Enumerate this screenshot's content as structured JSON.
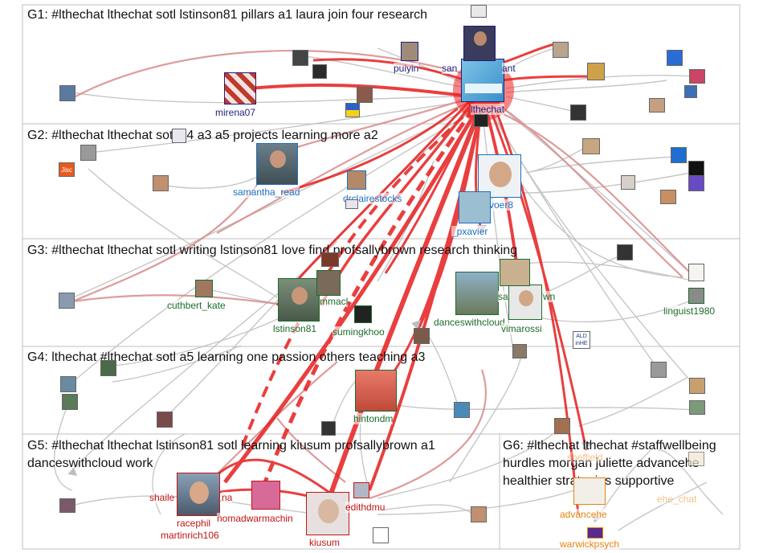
{
  "groups": [
    {
      "id": "G1",
      "title": "G1: #lthechat lthechat sotl lstinson81 pillars a1 laura join four research"
    },
    {
      "id": "G2",
      "title": "G2: #lthechat lthechat sotl a4 a3 a5 projects learning more a2"
    },
    {
      "id": "G3",
      "title": "G3: #lthechat lthechat sotl writing lstinson81 love find profsallybrown research thinking"
    },
    {
      "id": "G4",
      "title": "G4: lthechat #lthechat sotl a5 learning one passion others teaching a3"
    },
    {
      "id": "G5",
      "title": "G5: #lthechat lthechat lstinson81 sotl learning kiusum profsallybrown a1 danceswithcloud work"
    },
    {
      "id": "G6",
      "title": "G6: #lthechat lthechat #staffwellbeing hurdles morgan juliette advancehe healthier strategies supportive"
    }
  ],
  "node_labels": {
    "lthechat": "lthechat",
    "mirena07": "mirena07",
    "puiyin": "puiyin",
    "sant_partial": "san",
    "ant_partial": "ant",
    "samantha_read": "samantha_read",
    "drclairestocks": "drclairestocks",
    "tavoer8": "tavoer8",
    "pxavier": "_pxavier",
    "cuthbert_kate": "cuthbert_kate",
    "lstinson81": "lstinson81",
    "mmacl": "mmacl",
    "sumingkhoo": "sumingkhoo",
    "danceswithcloud": "danceswithcloud",
    "vimarossi": "vimarossi",
    "sa_partial": "sa",
    "wn_partial": "wn",
    "linguist1980": "linguist1980",
    "hintondm": "hintondm",
    "shaile_partial": "shaile",
    "na_partial": "na",
    "racephil": "racephil",
    "martinrich106": "martinrich106",
    "nomadwarmachine": "nomadwarmachin",
    "edithdmu": "edithdmu",
    "kiusum": "kiusum",
    "advancehe": "advancehe",
    "warwickpsych": "warwickpsych",
    "ehe_chat": "ehe_chat",
    "sheffield": "sheffield",
    "jisc_logo": "Jisc",
    "ald_logo": "ALD inHE"
  },
  "colors": {
    "g1": "#1f1f7a",
    "g2": "#1b6fc2",
    "g3": "#1d6b2a",
    "g4": "#1d6b2a",
    "g5": "#c01515",
    "g6": "#e8830f",
    "edge_gray": "#b8b8b8",
    "edge_red": "#e62020",
    "edge_pink": "#d98a8a"
  }
}
